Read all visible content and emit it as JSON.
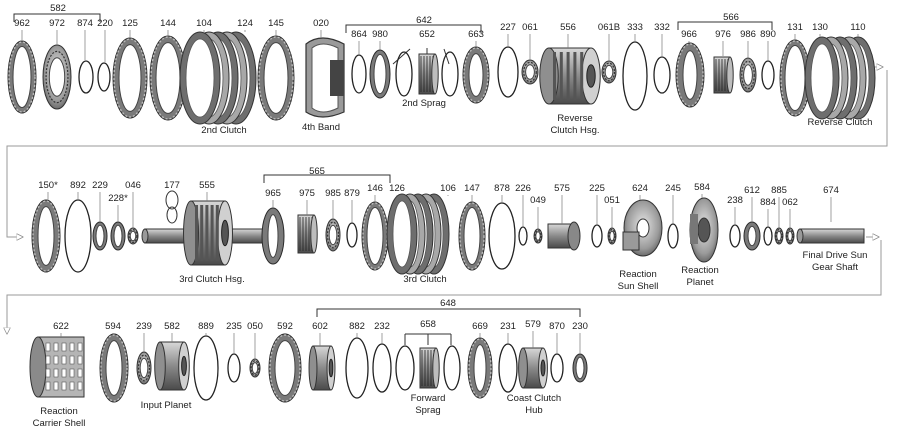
{
  "rows": [
    {
      "group_labels": [
        "582",
        "642",
        "566"
      ],
      "parts": [
        "962",
        "972",
        "874",
        "220",
        "125",
        "144",
        "104",
        "124",
        "145",
        "020",
        "864",
        "980",
        "652",
        "663",
        "227",
        "061",
        "556",
        "061B",
        "333",
        "332",
        "966",
        "976",
        "986",
        "890",
        "131",
        "130",
        "110"
      ],
      "names": [
        "2nd Clutch",
        "4th Band",
        "2nd Sprag",
        "Reverse",
        "Clutch Hsg.",
        "Reverse Clutch"
      ]
    },
    {
      "group_labels": [
        "565"
      ],
      "parts": [
        "150*",
        "892",
        "229",
        "228*",
        "046",
        "177",
        "555",
        "965",
        "975",
        "985",
        "879",
        "146",
        "126",
        "106",
        "147",
        "878",
        "226",
        "049",
        "575",
        "225",
        "051",
        "624",
        "245",
        "584",
        "238",
        "612",
        "884",
        "885",
        "062",
        "674"
      ],
      "names": [
        "3rd Clutch Hsg.",
        "3rd Clutch",
        "Reaction",
        "Sun Shell",
        "Reaction",
        "Planet",
        "Final Drive Sun",
        "Gear Shaft"
      ]
    },
    {
      "group_labels": [
        "648"
      ],
      "parts": [
        "622",
        "594",
        "239",
        "582",
        "889",
        "235",
        "050",
        "592",
        "602",
        "882",
        "232",
        "658",
        "669",
        "231",
        "579",
        "870",
        "230"
      ],
      "names": [
        "Reaction",
        "Carrier Shell",
        "Input Planet",
        "Forward",
        "Sprag",
        "Coast Clutch",
        "Hub"
      ]
    }
  ]
}
